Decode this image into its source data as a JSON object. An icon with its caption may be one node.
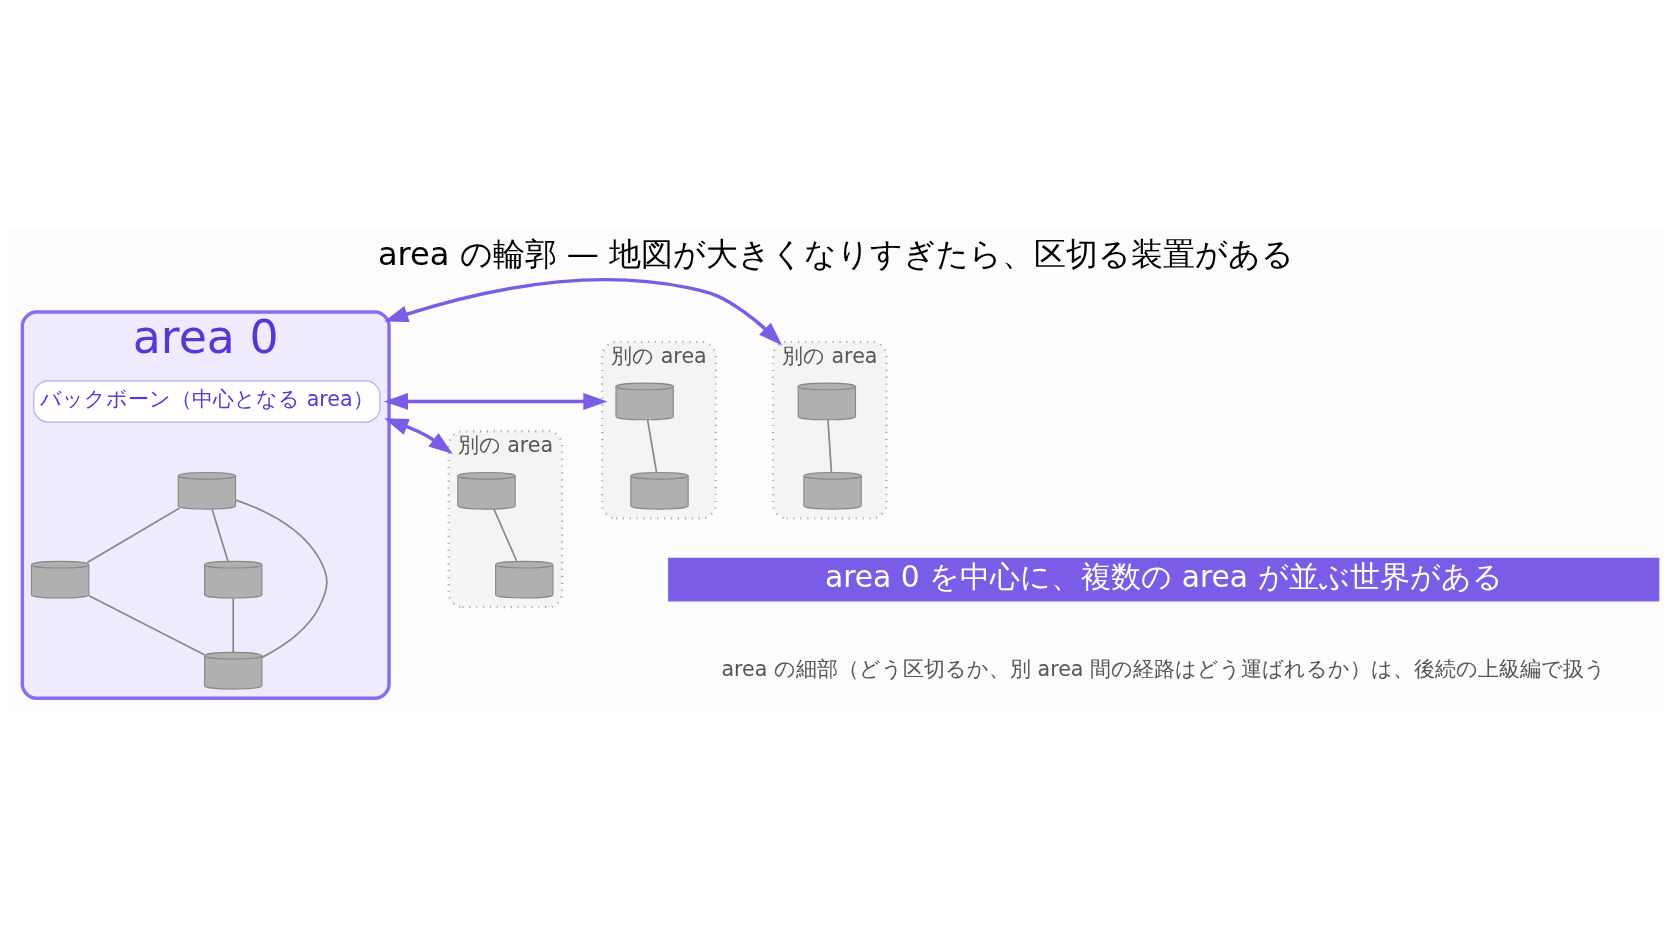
{
  "diagram": {
    "title": "area の輪郭 — 地図が大きくなりすぎたら、区切る装置がある",
    "nodes": [
      {
        "text": [
          "area 0"
        ]
      },
      {
        "text": [
          "バックボーン（中心となる area）"
        ],
        "in": 0
      },
      {
        "text": [],
        "shape": "cylinder",
        "in": 0
      },
      {
        "text": [],
        "shape": "cylinder",
        "in": 0
      },
      {
        "text": [],
        "shape": "cylinder",
        "in": 0
      },
      {
        "text": [],
        "shape": "cylinder",
        "in": 0
      },
      {
        "text": [
          "別の area"
        ]
      },
      {
        "text": [],
        "shape": "cylinder",
        "in": 6
      },
      {
        "text": [],
        "shape": "cylinder",
        "in": 6
      },
      {
        "text": [
          "別の area"
        ]
      },
      {
        "text": [],
        "shape": "cylinder",
        "in": 9
      },
      {
        "text": [],
        "shape": "cylinder",
        "in": 9
      },
      {
        "text": [
          "別の area"
        ]
      },
      {
        "text": [],
        "shape": "cylinder",
        "in": 12
      },
      {
        "text": [],
        "shape": "cylinder",
        "in": 12
      }
    ],
    "edges": [
      {
        "from": 2,
        "to": 3,
        "arrow": "none"
      },
      {
        "from": 2,
        "to": 4,
        "arrow": "none"
      },
      {
        "from": 2,
        "to": 5,
        "arrow": "none"
      },
      {
        "from": 3,
        "to": 5,
        "arrow": "none"
      },
      {
        "from": 4,
        "to": 5,
        "arrow": "none"
      },
      {
        "from": 7,
        "to": 8,
        "arrow": "none"
      },
      {
        "from": 10,
        "to": 11,
        "arrow": "none"
      },
      {
        "from": 13,
        "to": 14,
        "arrow": "none"
      },
      {
        "from": 6,
        "to": 0,
        "arrow": "both",
        "color": "#7b5ce6"
      },
      {
        "from": 0,
        "to": 9,
        "arrow": "both",
        "color": "#7b5ce6"
      },
      {
        "from": 0,
        "to": 12,
        "arrow": "both",
        "color": "#7b5ce6"
      }
    ],
    "labels": [
      "area 0 を中心に、複数の area が並ぶ世界がある",
      "area の細部（どう区切るか、別 area 間の経路はどう運ばれるか）は、後続の上級編で扱う"
    ]
  }
}
